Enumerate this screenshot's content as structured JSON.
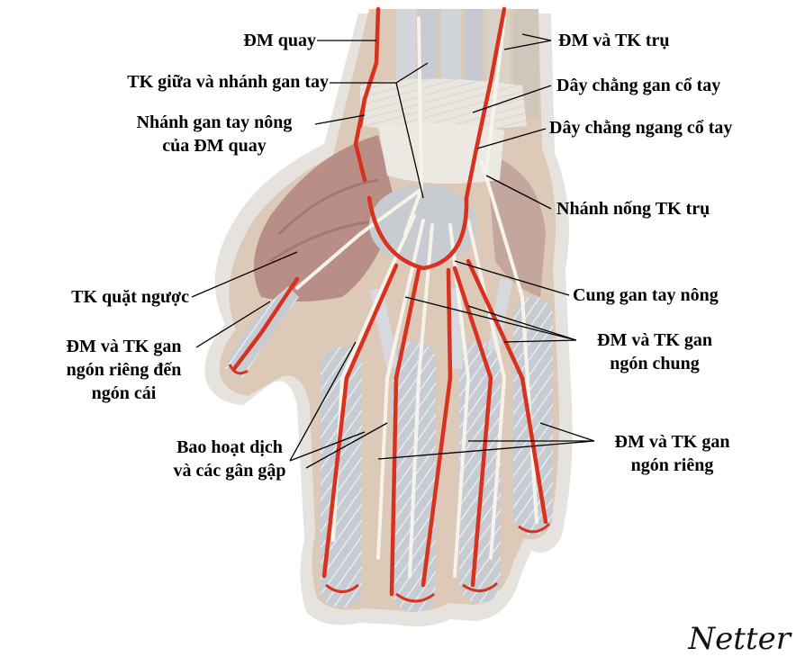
{
  "labels": {
    "radial_artery": "ĐM quay",
    "median_nerve_branch": "TK giữa và nhánh gan tay",
    "superficial_palmar_branch_1": "Nhánh gan tay nông",
    "superficial_palmar_branch_2": "của ĐM quay",
    "recurrent_nerve": "TK quặt ngược",
    "thumb_digital_1": "ĐM và TK gan",
    "thumb_digital_2": "ngón riêng đến",
    "thumb_digital_3": "ngón cái",
    "synovial_sheath_1": "Bao hoạt dịch",
    "synovial_sheath_2": "và các gân gập",
    "ulnar_artery_nerve": "ĐM và TK trụ",
    "palmar_carpal_ligament": "Dây chằng gan cổ tay",
    "transverse_carpal_ligament": "Dây chằng ngang cổ tay",
    "deep_branch_ulnar_nerve": "Nhánh nống TK trụ",
    "superficial_palmar_arch": "Cung gan tay nông",
    "common_digital_1": "ĐM và TK gan",
    "common_digital_2": "ngón chung",
    "proper_digital_1": "ĐM và TK gan",
    "proper_digital_2": "ngón riêng"
  },
  "signature": "Netter",
  "colors": {
    "artery": "#d8321e",
    "nerve": "#f4f1e6",
    "tendon": "#c9ccd2",
    "skin": "#d9c6b6",
    "muscle": "#b88a80",
    "shadow": "#e4e1dc"
  }
}
